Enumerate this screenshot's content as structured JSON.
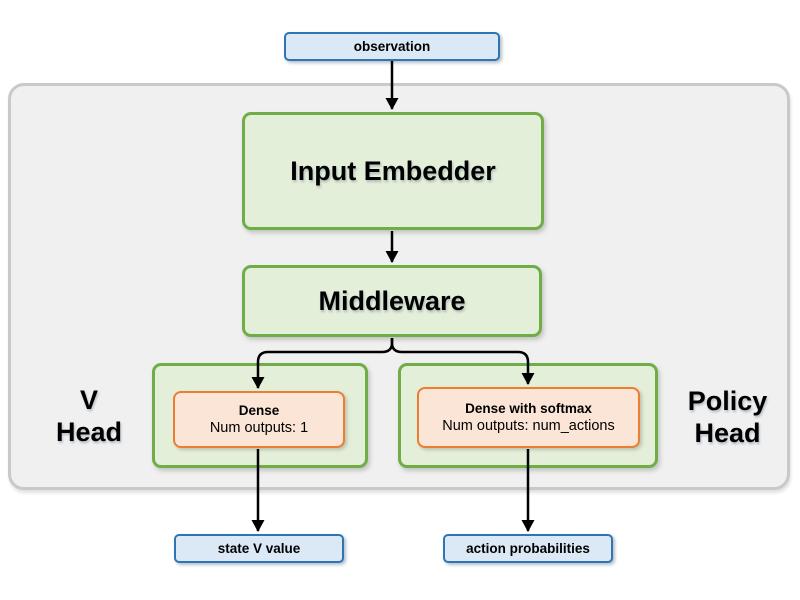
{
  "diagram": {
    "observation_label": "observation",
    "input_embedder_label": "Input Embedder",
    "middleware_label": "Middleware",
    "v_head": {
      "label_line1": "V",
      "label_line2": "Head",
      "dense_title": "Dense",
      "dense_subtitle": "Num outputs: 1",
      "output_label": "state V value"
    },
    "policy_head": {
      "label_line1": "Policy",
      "label_line2": "Head",
      "dense_title": "Dense with softmax",
      "dense_subtitle": "Num outputs: num_actions",
      "output_label": "action probabilities"
    }
  },
  "colors": {
    "blue-border": "#2e75b6",
    "blue-fill": "#dbe8f5",
    "green-border": "#70ad47",
    "green-fill": "#e3efd9",
    "orange-border": "#ed7d31",
    "orange-fill": "#fbe5d6",
    "container-fill": "#f0f0f0",
    "container-border": "#c9c9c9",
    "arrow-color": "#000000",
    "text-color": "#000000"
  }
}
